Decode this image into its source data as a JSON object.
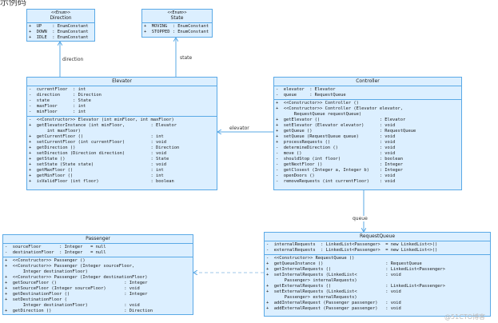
{
  "note": "示例码",
  "classes": {
    "direction": {
      "stereotype": "<<Enum>>",
      "name": "Direction",
      "attributes": [
        "+  UP    : EnumConstant",
        "+  DOWN  : EnumConstant",
        "+  IDLE  : EnumConstant"
      ]
    },
    "state": {
      "stereotype": "<<Enum>>",
      "name": "State",
      "attributes": [
        "+  MOVING  : EnumConstant",
        "+  STOPPED : EnumConstant"
      ]
    },
    "elevator": {
      "name": "Elevator",
      "attributes": [
        "-  currentFloor  : int",
        "-  direction     : Direction",
        "-  state         : State",
        "-  maxFloor      : int",
        "-  minFloor      : int"
      ],
      "methods": [
        "-  <<Constructor>> Elevator (int minFloor, int maxFloor)",
        "+  getElevatorInstance (int minFloor,          : Elevator",
        "       int maxFloor)",
        "+  getCurrentFloor ()                          : int",
        "+  setCurrentFloor (int currentFloor)          : void",
        "+  getDirection ()                             : Direction",
        "+  setDirection (Direction direction)          : void",
        "+  getState ()                                 : State",
        "+  setState (State state)                      : void",
        "+  getMaxFloor ()                              : int",
        "+  getMinFloor ()                              : int",
        "+  isValidFloor (int floor)                    : boolean"
      ]
    },
    "controller": {
      "name": "Controller",
      "attributes": [
        "-  elevator  : Elevator",
        "-  queue     : RequestQueue"
      ],
      "methods": [
        "+  <<Constructor>> Controller ()",
        "+  <<Constructor>> Controller (Elevator elevator,",
        "       RequestQueue requestQueue)",
        "+  getElevator ()                       : Elevator",
        "+  setElevator (Elevator elevator)      : void",
        "+  getQueue ()                          : RequestQueue",
        "+  setQueue (RequestQueue queue)        : void",
        "+  processRequests ()                   : void",
        "-  determineDirection ()                : void",
        "-  move ()                              : void",
        "-  shouldStop (int floor)               : boolean",
        "-  getNextFloor ()                      : Integer",
        "-  getClosest (Integer a, Integer b)    : Integer",
        "-  openDoors ()                         : void",
        "-  removeRequests (int currentFloor)    : void"
      ]
    },
    "passenger": {
      "name": "Passenger",
      "attributes": [
        "-  sourceFloor       : Integer   = null",
        "-  destinationFloor  : Integer   = null"
      ],
      "methods": [
        "+  <<Constructor>> Passenger ()",
        "+  <<Constructor>> Passenger (Integer sourceFloor,",
        "       Integer destinationFloor)",
        "+  <<Constructor>> Passenger (Integer destinationFloor)",
        "+  getSourceFloor ()                          : Integer",
        "+  setSourceFloor (Integer sourceFloor)       : void",
        "+  getDestinationFloor ()                     : Integer",
        "+  setDestinationFloor (",
        "       Integer destinationFloor)              : void",
        "+  getDirection ()                            : Direction"
      ]
    },
    "requestqueue": {
      "name": "RequestQueue",
      "attributes": [
        "-  internalRequests  : LinkedList<Passenger>  = new LinkedList<>()",
        "-  externalRequests  : LinkedList<Passenger>  = new LinkedList<>()"
      ],
      "methods": [
        "-  <<Constructor>> RequestQueue ()",
        "+  getQueueInstance ()                        : RequestQueue",
        "+  getInternalRequests ()                     : LinkedList<Passenger>",
        "+  setInternalRequests (LinkedList<           : void",
        "       Passenger> internalRequests)",
        "+  getExternalRequests ()                     : LinkedList<Passenger>",
        "+  setExternalRequests (LinkedList<           : void",
        "       Passenger> externalRequests)",
        "+  addInternalRequest (Passenger passenger)   : void",
        "+  addExternalRequest (Passenger passenger)   : void"
      ]
    }
  },
  "associations": {
    "direction_label": "direction",
    "state_label": "state",
    "elevator_label": "elevator",
    "queue_label": "queue"
  },
  "watermark": "@51CTO博客",
  "colors": {
    "fill": "#dcefff",
    "border": "#5aa9e6"
  }
}
